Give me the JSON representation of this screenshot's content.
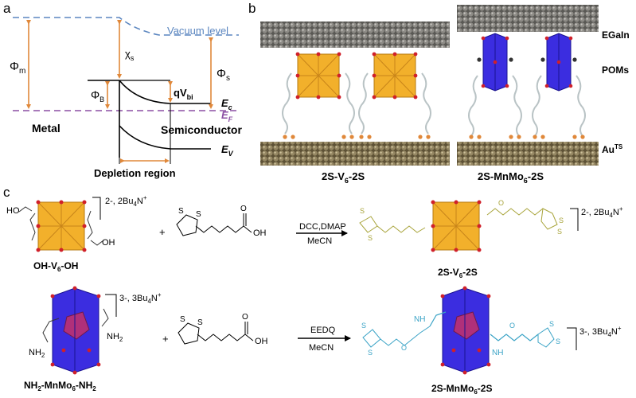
{
  "panels": {
    "a": "a",
    "b": "b",
    "c": "c"
  },
  "band": {
    "vacuum_level": "Vacuum level",
    "phi_m": "Φ",
    "phi_m_sub": "m",
    "chi": "χ",
    "chi_sub": "s",
    "phi_s": "Φ",
    "phi_s_sub": "s",
    "phi_b": "Φ",
    "phi_b_sub": "B",
    "qv": "qV",
    "qv_sub": "bi",
    "ec": "E",
    "ec_sub": "c",
    "ef": "E",
    "ef_sub": "F",
    "ev": "E",
    "ev_sub": "V",
    "metal": "Metal",
    "semiconductor": "Semiconductor",
    "depletion": "Depletion region"
  },
  "junction": {
    "egain": "EGaIn",
    "poms": "POMs",
    "au": "Au",
    "au_sup": "TS",
    "left_pre": "2S-V",
    "left_sub": "6",
    "left_post": "-2S",
    "right_pre": "2S-MnMo",
    "right_sub": "6",
    "right_post": "-2S"
  },
  "reaction1": {
    "charge": "2-, 2Bu",
    "charge_sub": "4",
    "charge_post": "N",
    "charge_sup": "+",
    "oh": "OH",
    "ho": "HO",
    "s": "S",
    "acid_oh": "OH",
    "o": "O",
    "plus": "+",
    "reagent": "DCC,DMAP",
    "solvent": "MeCN",
    "reactant_pre": "OH-V",
    "reactant_sub": "6",
    "reactant_post": "-OH",
    "product_pre": "2S-V",
    "product_sub": "6",
    "product_post": "-2S",
    "product_charge": "2-, 2Bu",
    "product_charge_sub": "4",
    "product_charge_post": "N",
    "product_charge_sup": "+"
  },
  "reaction2": {
    "charge": "3-, 3Bu",
    "charge_sub": "4",
    "charge_post": "N",
    "charge_sup": "+",
    "nh2": "NH",
    "nh2_sub": "2",
    "s": "S",
    "acid_oh": "OH",
    "o": "O",
    "nh": "NH",
    "plus": "+",
    "reagent": "EEDQ",
    "solvent": "MeCN",
    "reactant_pre": "NH",
    "reactant_sub1": "2",
    "reactant_mid": "-MnMo",
    "reactant_sub2": "6",
    "reactant_post": "-NH",
    "reactant_sub3": "2",
    "product_pre": "2S-MnMo",
    "product_sub": "6",
    "product_post": "-2S",
    "product_charge": "3-, 3Bu",
    "product_charge_sub": "4",
    "product_charge_post": "N",
    "product_charge_sup": "+"
  },
  "colors": {
    "vacuum": "#5b86c0",
    "fermi": "#8b4fa3",
    "arrow": "#e0883a",
    "vanadate": "#f2b02b",
    "molybdate": "#3b2de0",
    "mn_center": "#b0307a",
    "oxygen": "#d0202a",
    "chain_olive": "#a8a43a",
    "chain_teal": "#3aa3c6",
    "electrode": "#6f6e6a"
  }
}
